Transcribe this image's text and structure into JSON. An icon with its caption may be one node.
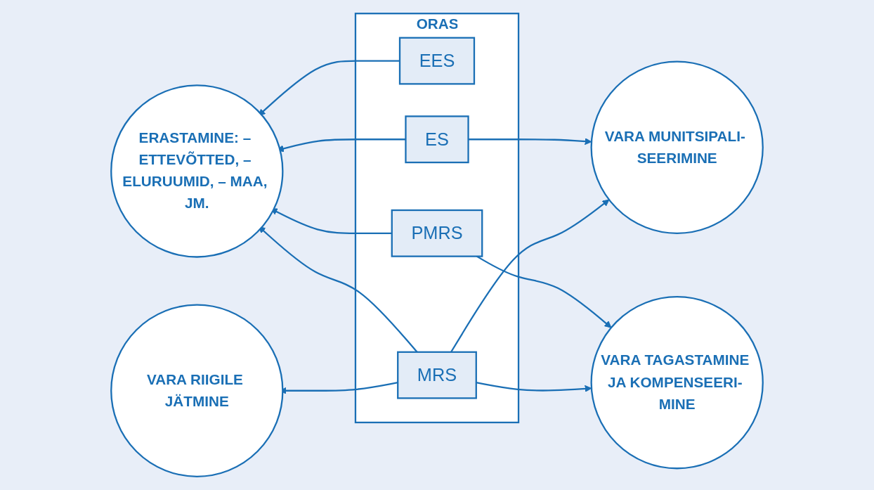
{
  "diagram": {
    "nodes": [
      {
        "text": [
          "VARA RIIGILE JÄTMINE"
        ]
      },
      {
        "text": [
          "VARA MUNITSIPALI- SEERIMINE"
        ]
      },
      {
        "text": [
          "ORAS"
        ]
      },
      {
        "text": [
          "EES"
        ],
        "in": 2
      },
      {
        "text": [
          "MRS"
        ],
        "in": 2
      },
      {
        "text": [
          "ES"
        ],
        "in": 2
      },
      {
        "text": [
          "PMRS"
        ],
        "in": 2
      },
      {
        "text": [
          "ERASTAMINE: – ETTEVÕTTED, – ELURUUMID, – MAA, JM."
        ]
      },
      {
        "text": [
          "VARA TAGASTAMINE JA KOMPENSEERI- MINE"
        ]
      }
    ],
    "edges": [
      {
        "from": 4,
        "to": 0,
        "arrow": "to"
      },
      {
        "from": 4,
        "to": 1,
        "arrow": "to"
      },
      {
        "from": 5,
        "to": 1,
        "arrow": "to"
      },
      {
        "from": 3,
        "to": 7,
        "arrow": "to"
      },
      {
        "from": 4,
        "to": 7,
        "arrow": "to"
      },
      {
        "from": 5,
        "to": 7,
        "arrow": "to"
      },
      {
        "from": 4,
        "to": 8,
        "arrow": "to"
      },
      {
        "from": 6,
        "to": 7,
        "arrow": "to"
      },
      {
        "from": 6,
        "to": 8,
        "arrow": "to"
      }
    ]
  }
}
